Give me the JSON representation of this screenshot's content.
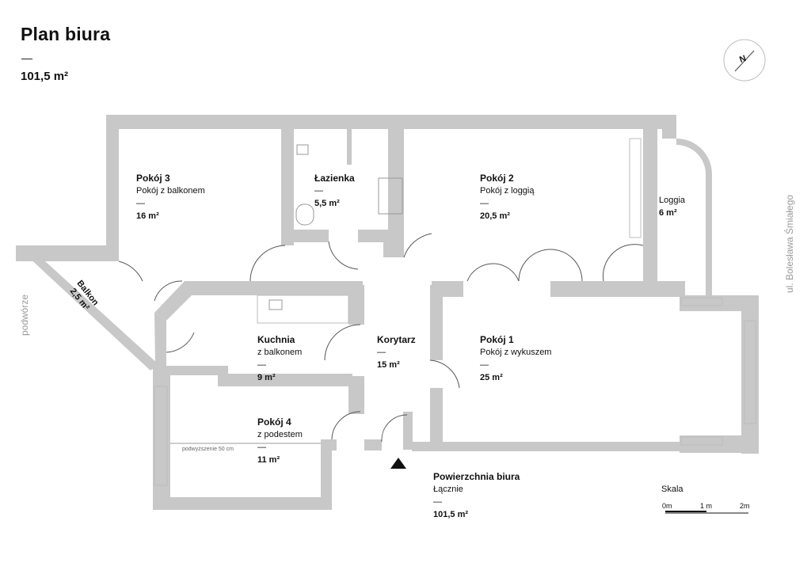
{
  "header": {
    "title": "Plan biura",
    "dash": "—",
    "total_area": "101,5 m²"
  },
  "rooms": [
    {
      "id": "pokoj-3",
      "name": "Pokój 3",
      "subtitle": "Pokój z balkonem",
      "dash": "—",
      "area": "16 m²"
    },
    {
      "id": "lazienka",
      "name": "Łazienka",
      "subtitle": "",
      "dash": "—",
      "area": "5,5 m²"
    },
    {
      "id": "pokoj-2",
      "name": "Pokój 2",
      "subtitle": "Pokój z loggią",
      "dash": "—",
      "area": "20,5 m²"
    },
    {
      "id": "loggia",
      "name": "Loggia",
      "subtitle": "",
      "dash": "",
      "area": "6 m²"
    },
    {
      "id": "kuchnia",
      "name": "Kuchnia",
      "subtitle": "z balkonem",
      "dash": "—",
      "area": "9 m²"
    },
    {
      "id": "korytarz",
      "name": "Korytarz",
      "subtitle": "",
      "dash": "—",
      "area": "15 m²"
    },
    {
      "id": "pokoj-1",
      "name": "Pokój 1",
      "subtitle": "Pokój z wykuszem",
      "dash": "—",
      "area": "25 m²"
    },
    {
      "id": "pokoj-4",
      "name": "Pokój 4",
      "subtitle": "z podestem",
      "dash": "—",
      "area": "11 m²"
    }
  ],
  "balkon": {
    "name": "Balkon",
    "area": "2,5 m²"
  },
  "annotations": {
    "raised_floor": "podwyższenie 50 cm",
    "street": "ul. Bolesława Śmiałego",
    "yard": "podwórze"
  },
  "summary": {
    "title": "Powierzchnia biura",
    "subtitle": "Łącznie",
    "dash": "—",
    "area": "101,5 m²"
  },
  "scale": {
    "label": "Skala",
    "ticks": [
      "0m",
      "1 m",
      "2m"
    ]
  },
  "compass": {
    "letter": "N"
  },
  "colors": {
    "wall": "#c8c8c8",
    "text": "#111111",
    "muted": "#9a9a9a"
  }
}
